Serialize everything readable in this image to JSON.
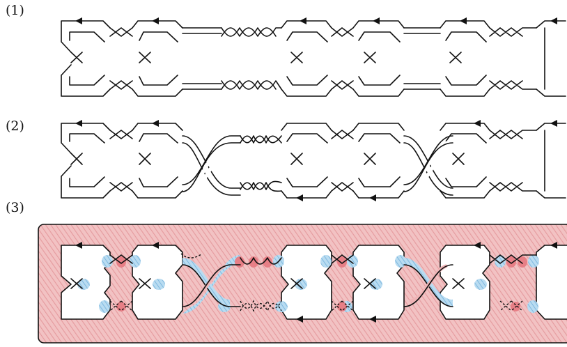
{
  "labels": {
    "p1": "(1)",
    "p2": "(2)",
    "p3": "(3)"
  },
  "colors": {
    "stroke": "#111111",
    "surface_red": "#ecaeb0",
    "surface_blue": "#9fcbe8",
    "clasp_red": "#e77f86",
    "background": "#ffffff"
  },
  "icons": [
    "arrow-left-icon"
  ]
}
